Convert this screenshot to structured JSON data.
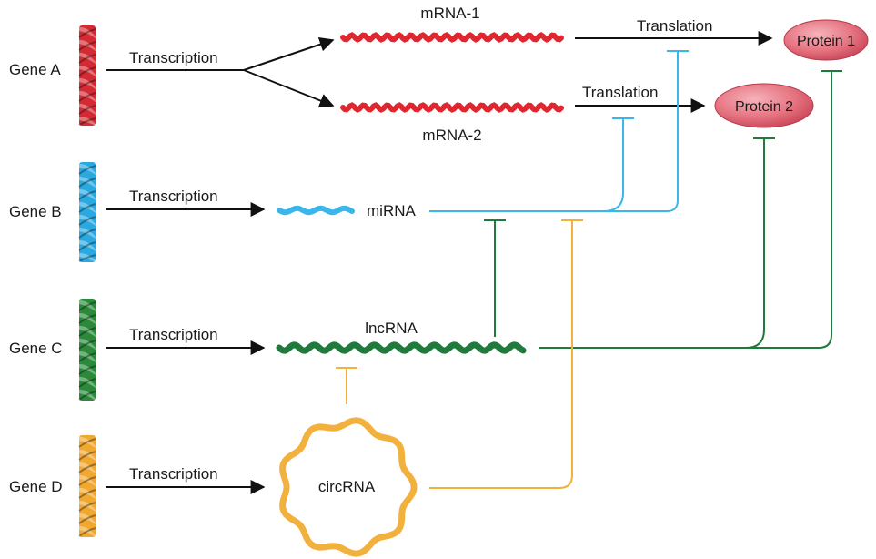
{
  "genes": [
    {
      "label": "Gene A",
      "color": "#d42a33"
    },
    {
      "label": "Gene B",
      "color": "#29a9e0"
    },
    {
      "label": "Gene C",
      "color": "#2a8a3a"
    },
    {
      "label": "Gene D",
      "color": "#f0a830"
    }
  ],
  "processes": {
    "transcription": "Transcription",
    "translation": "Translation"
  },
  "rnas": {
    "mrna1": "mRNA-1",
    "mrna2": "mRNA-2",
    "mirna": "miRNA",
    "lncrna": "lncRNA",
    "circrna": "circRNA"
  },
  "proteins": {
    "protein1": "Protein 1",
    "protein2": "Protein 2"
  },
  "colors": {
    "mrna": "#e0262e",
    "mirna": "#3bb6ea",
    "lncrna": "#1f7a3c",
    "circrna": "#f2b13c",
    "protein": "#e96a78",
    "arrow": "#111111"
  }
}
